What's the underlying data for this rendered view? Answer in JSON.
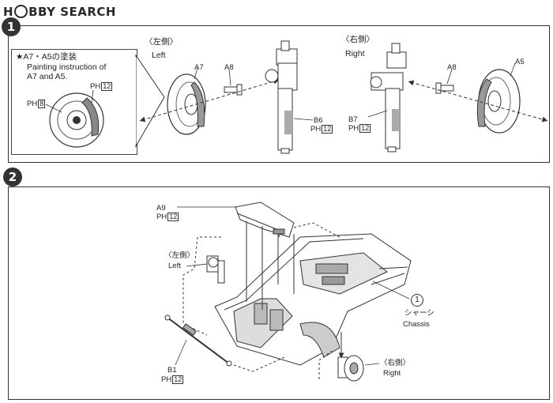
{
  "logo": {
    "text_a": "H",
    "text_b": "BBY SEARCH"
  },
  "step1": {
    "number": "1",
    "inset": {
      "title_jp": "★A7・A5の塗装",
      "title_en_1": "Painting instruction of",
      "title_en_2": "A7 and A5.",
      "paint_a": {
        "code": "PH",
        "num": "12"
      },
      "paint_b": {
        "code": "PH",
        "num": "8"
      }
    },
    "left": {
      "jp": "〈左側〉",
      "en": "Left",
      "disc": "A7",
      "bolt": "A8",
      "knuckle": "B6",
      "paint": {
        "code": "PH",
        "num": "12"
      }
    },
    "right": {
      "jp": "〈右側〉",
      "en": "Right",
      "disc": "A5",
      "bolt": "A8",
      "knuckle": "B7",
      "paint": {
        "code": "PH",
        "num": "12"
      }
    }
  },
  "step2": {
    "number": "2",
    "a9": {
      "label": "A9",
      "paint": {
        "code": "PH",
        "num": "12"
      }
    },
    "left": {
      "jp": "〈左側〉",
      "en": "Left"
    },
    "right": {
      "jp": "〈右側〉",
      "en": "Right"
    },
    "chassis": {
      "circle": "1",
      "jp": "シャーシ",
      "en": "Chassis"
    },
    "b1": {
      "label": "B1",
      "paint": {
        "code": "PH",
        "num": "12"
      }
    }
  },
  "colors": {
    "line": "#333333",
    "shade": "#9a9a9a",
    "panel_border": "#333333"
  }
}
